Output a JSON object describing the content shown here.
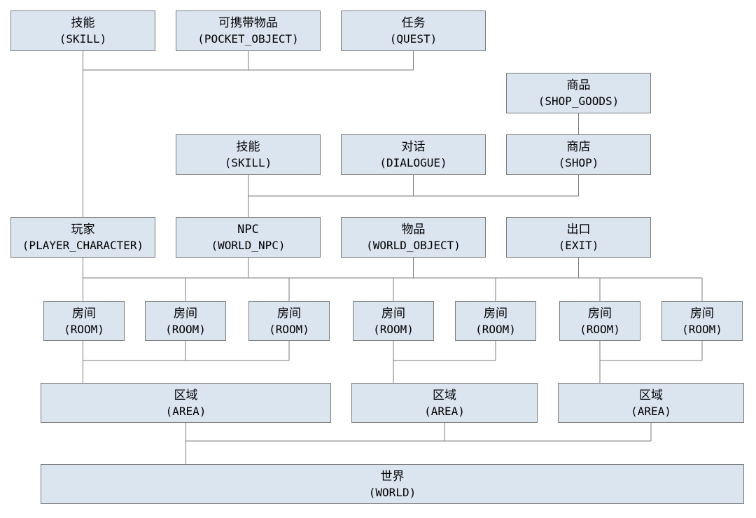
{
  "colors": {
    "box_fill": "#dbe5f0",
    "box_border": "#7a7a7a",
    "connector": "#7a7a7a",
    "text": "#000000",
    "background": "#ffffff"
  },
  "nodes": {
    "player_skill": {
      "label": "技能",
      "name": "(SKILL)"
    },
    "pocket_object": {
      "label": "可携带物品",
      "name": "(POCKET_OBJECT)"
    },
    "quest": {
      "label": "任务",
      "name": "(QUEST)"
    },
    "shop_goods": {
      "label": "商品",
      "name": "(SHOP_GOODS)"
    },
    "npc_skill": {
      "label": "技能",
      "name": "(SKILL)"
    },
    "dialogue": {
      "label": "对话",
      "name": "(DIALOGUE)"
    },
    "shop": {
      "label": "商店",
      "name": "(SHOP)"
    },
    "player_character": {
      "label": "玩家",
      "name": "(PLAYER_CHARACTER)"
    },
    "world_npc": {
      "label": "NPC",
      "name": "(WORLD_NPC)"
    },
    "world_object": {
      "label": "物品",
      "name": "(WORLD_OBJECT)"
    },
    "exit": {
      "label": "出口",
      "name": "(EXIT)"
    },
    "rooms": [
      {
        "label": "房间",
        "name": "(ROOM)"
      },
      {
        "label": "房间",
        "name": "(ROOM)"
      },
      {
        "label": "房间",
        "name": "(ROOM)"
      },
      {
        "label": "房间",
        "name": "(ROOM)"
      },
      {
        "label": "房间",
        "name": "(ROOM)"
      },
      {
        "label": "房间",
        "name": "(ROOM)"
      },
      {
        "label": "房间",
        "name": "(ROOM)"
      }
    ],
    "areas": [
      {
        "label": "区域",
        "name": "(AREA)"
      },
      {
        "label": "区域",
        "name": "(AREA)"
      },
      {
        "label": "区域",
        "name": "(AREA)"
      }
    ],
    "world": {
      "label": "世界",
      "name": "(WORLD)"
    }
  }
}
